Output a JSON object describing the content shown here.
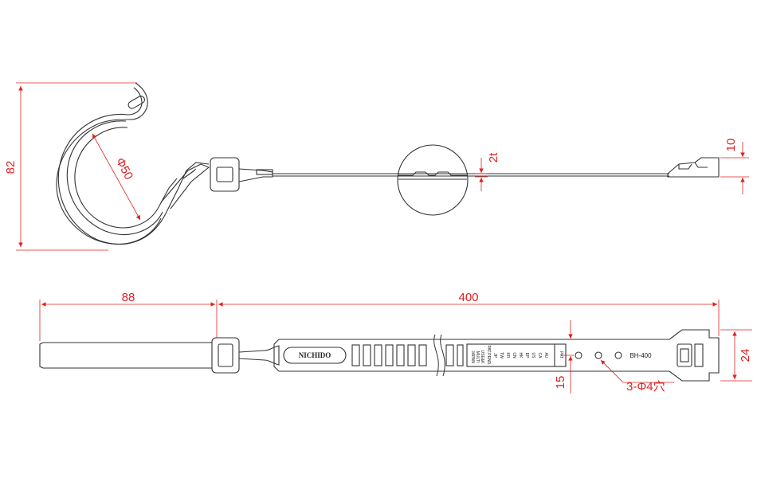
{
  "colors": {
    "dimension": "#e02020",
    "outline": "#333333",
    "background": "#ffffff"
  },
  "side_view": {
    "height_label": "82",
    "diameter_label": "Φ50",
    "thickness_label": "2t",
    "tip_label": "10"
  },
  "top_view": {
    "lead_label": "88",
    "length_label": "400",
    "width_label": "24",
    "hole_offset_label": "15",
    "holes_label": "3-Φ4穴",
    "brand": "NICHIDO",
    "model": "BH-400",
    "cert_left": [
      "JAPAN",
      "MULTI",
      "USE&K"
    ],
    "countries": [
      "PAT.PEND.",
      "JP",
      "TW",
      "KR",
      "CN",
      "HK",
      "EP",
      "US",
      "CA",
      "AU"
    ],
    "pat_label": "PAT."
  }
}
